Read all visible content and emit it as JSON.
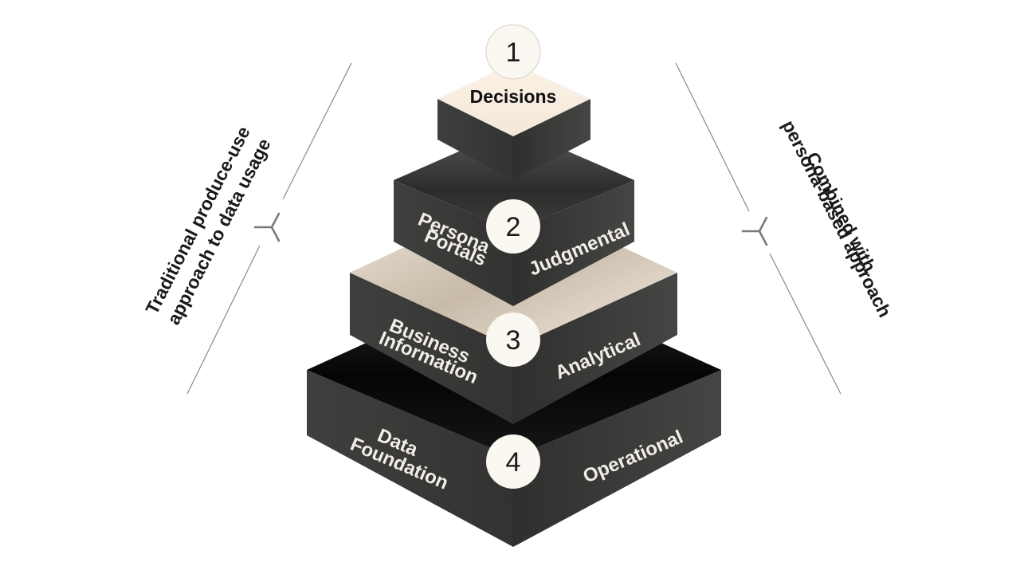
{
  "levels": [
    {
      "number": "1",
      "top_label": "Decisions"
    },
    {
      "number": "2",
      "left_lines": [
        "Persona",
        "Portals"
      ],
      "right_label": "Judgmental"
    },
    {
      "number": "3",
      "left_lines": [
        "Business",
        "Information"
      ],
      "right_label": "Analytical"
    },
    {
      "number": "4",
      "left_lines": [
        "Data",
        "Foundation"
      ],
      "right_label": "Operational"
    }
  ],
  "side_labels": {
    "left": [
      "Traditional produce-use",
      "approach to data usage"
    ],
    "right": [
      "Combined with",
      "persona-based approach"
    ]
  },
  "colors": {
    "dark_face": "#3a3b39",
    "dark_face_right": "#444543",
    "cream_top": "#f7ece0",
    "circle_fill": "#fbf7f1",
    "line_gray": "#8a8a8a"
  }
}
